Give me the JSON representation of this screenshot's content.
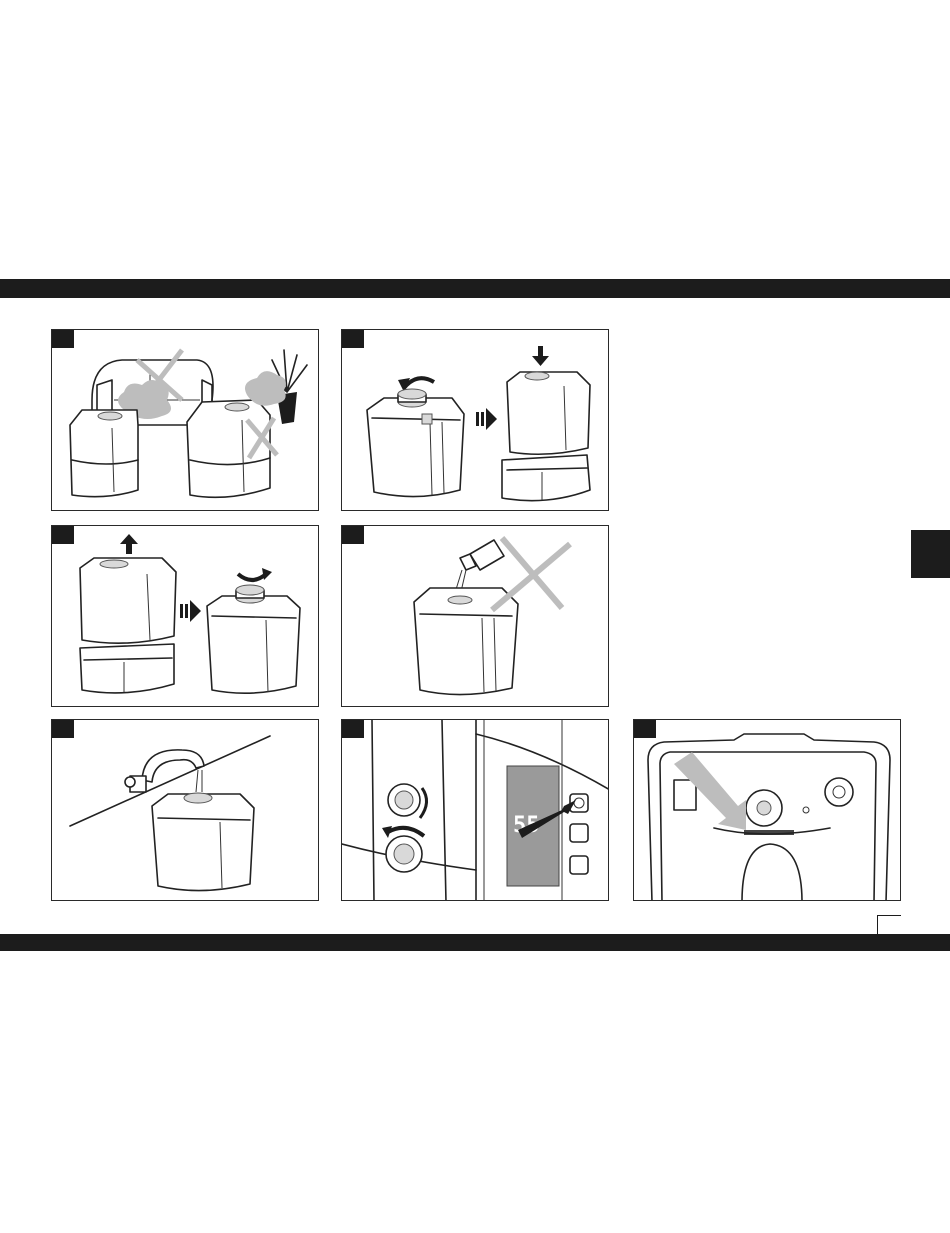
{
  "page": {
    "bands": [
      "top-band",
      "bottom-band"
    ],
    "side_tab_color": "#1c1c1c"
  },
  "panels": [
    {
      "id": "placement",
      "icons": [
        "humidifier-icon",
        "sofa-icon",
        "plant-icon",
        "cross-icon"
      ]
    },
    {
      "id": "insert-tank",
      "icons": [
        "tank-icon",
        "cap-icon",
        "rotate-arrow-icon",
        "down-arrow-icon"
      ]
    },
    {
      "id": "remove-tank",
      "icons": [
        "up-arrow-icon",
        "rotate-arrow-icon",
        "tank-icon"
      ]
    },
    {
      "id": "no-additives",
      "icons": [
        "bottle-icon",
        "cross-icon",
        "tank-icon"
      ]
    },
    {
      "id": "fill-water",
      "icons": [
        "faucet-icon",
        "tank-icon"
      ]
    },
    {
      "id": "controls",
      "display_value": "55",
      "icons": [
        "knob-icon",
        "display-icon",
        "power-button-icon",
        "arrow-icon"
      ]
    },
    {
      "id": "base-underside",
      "icons": [
        "base-icon",
        "arrow-icon"
      ]
    }
  ],
  "colors": {
    "ink": "#1c1c1c",
    "arrow_grey": "#bdbdbd",
    "display_grey": "#9a9a9a"
  }
}
